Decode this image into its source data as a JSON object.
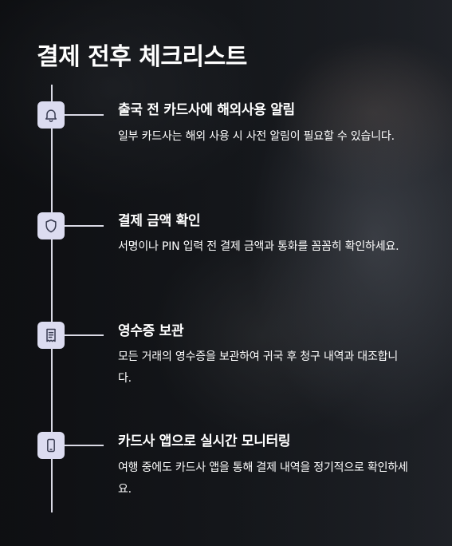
{
  "title": "결제 전후 체크리스트",
  "steps": [
    {
      "title": "출국 전 카드사에 해외사용 알림",
      "desc": "일부 카드사는 해외 사용 시 사전 알림이 필요할 수 있습니다.",
      "icon": "bell-icon"
    },
    {
      "title": "결제 금액 확인",
      "desc": "서명이나 PIN 입력 전 결제 금액과 통화를 꼼꼼히 확인하세요.",
      "icon": "shield-icon"
    },
    {
      "title": "영수증 보관",
      "desc": "모든 거래의 영수증을 보관하여 귀국 후 청구 내역과 대조합니다.",
      "icon": "receipt-icon"
    },
    {
      "title": "카드사 앱으로 실시간 모니터링",
      "desc": "여행 중에도 카드사 앱을 통해 결제 내역을 정기적으로 확인하세요.",
      "icon": "smartphone-icon"
    }
  ],
  "colors": {
    "icon_bg": "#dcdcf0",
    "icon_stroke": "#3a3d52",
    "line": "#d9d9e4",
    "text": "#ffffff"
  }
}
